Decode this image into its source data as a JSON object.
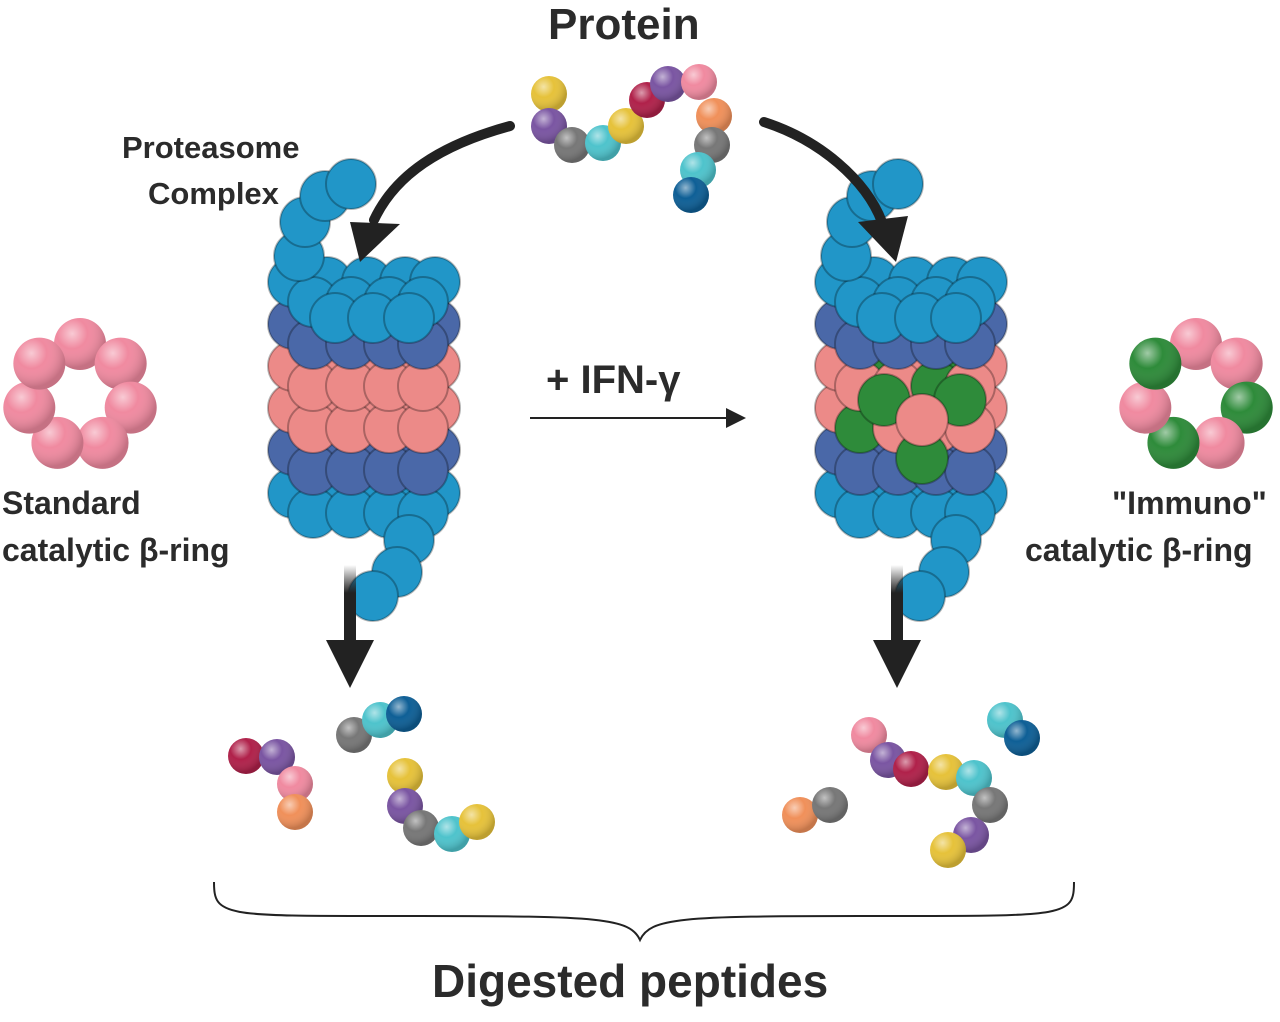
{
  "labels": {
    "protein": "Protein",
    "proteasome_line1": "Proteasome",
    "proteasome_line2": "Complex",
    "standard_line1": "Standard",
    "standard_line2": "catalytic β-ring",
    "immuno_line1": "\"Immuno\"",
    "immuno_line2": "catalytic β-ring",
    "ifn": "+ IFN-γ",
    "digested": "Digested peptides"
  },
  "colors": {
    "text": "#2b2b2b",
    "arrow": "#222222",
    "proteasome_alpha": "#2196c8",
    "proteasome_beta_outer": "#4a68a8",
    "proteasome_beta_standard": "#ec8a88",
    "immuno_subunit": "#2e8b3a",
    "standard_ring_bead": "#f08aa0",
    "amino_acid_palette": [
      "#e6c23a",
      "#7a55a2",
      "#777777",
      "#4ec3cc",
      "#b0214a",
      "#f08aa0",
      "#f0905a",
      "#0e5f96"
    ]
  }
}
